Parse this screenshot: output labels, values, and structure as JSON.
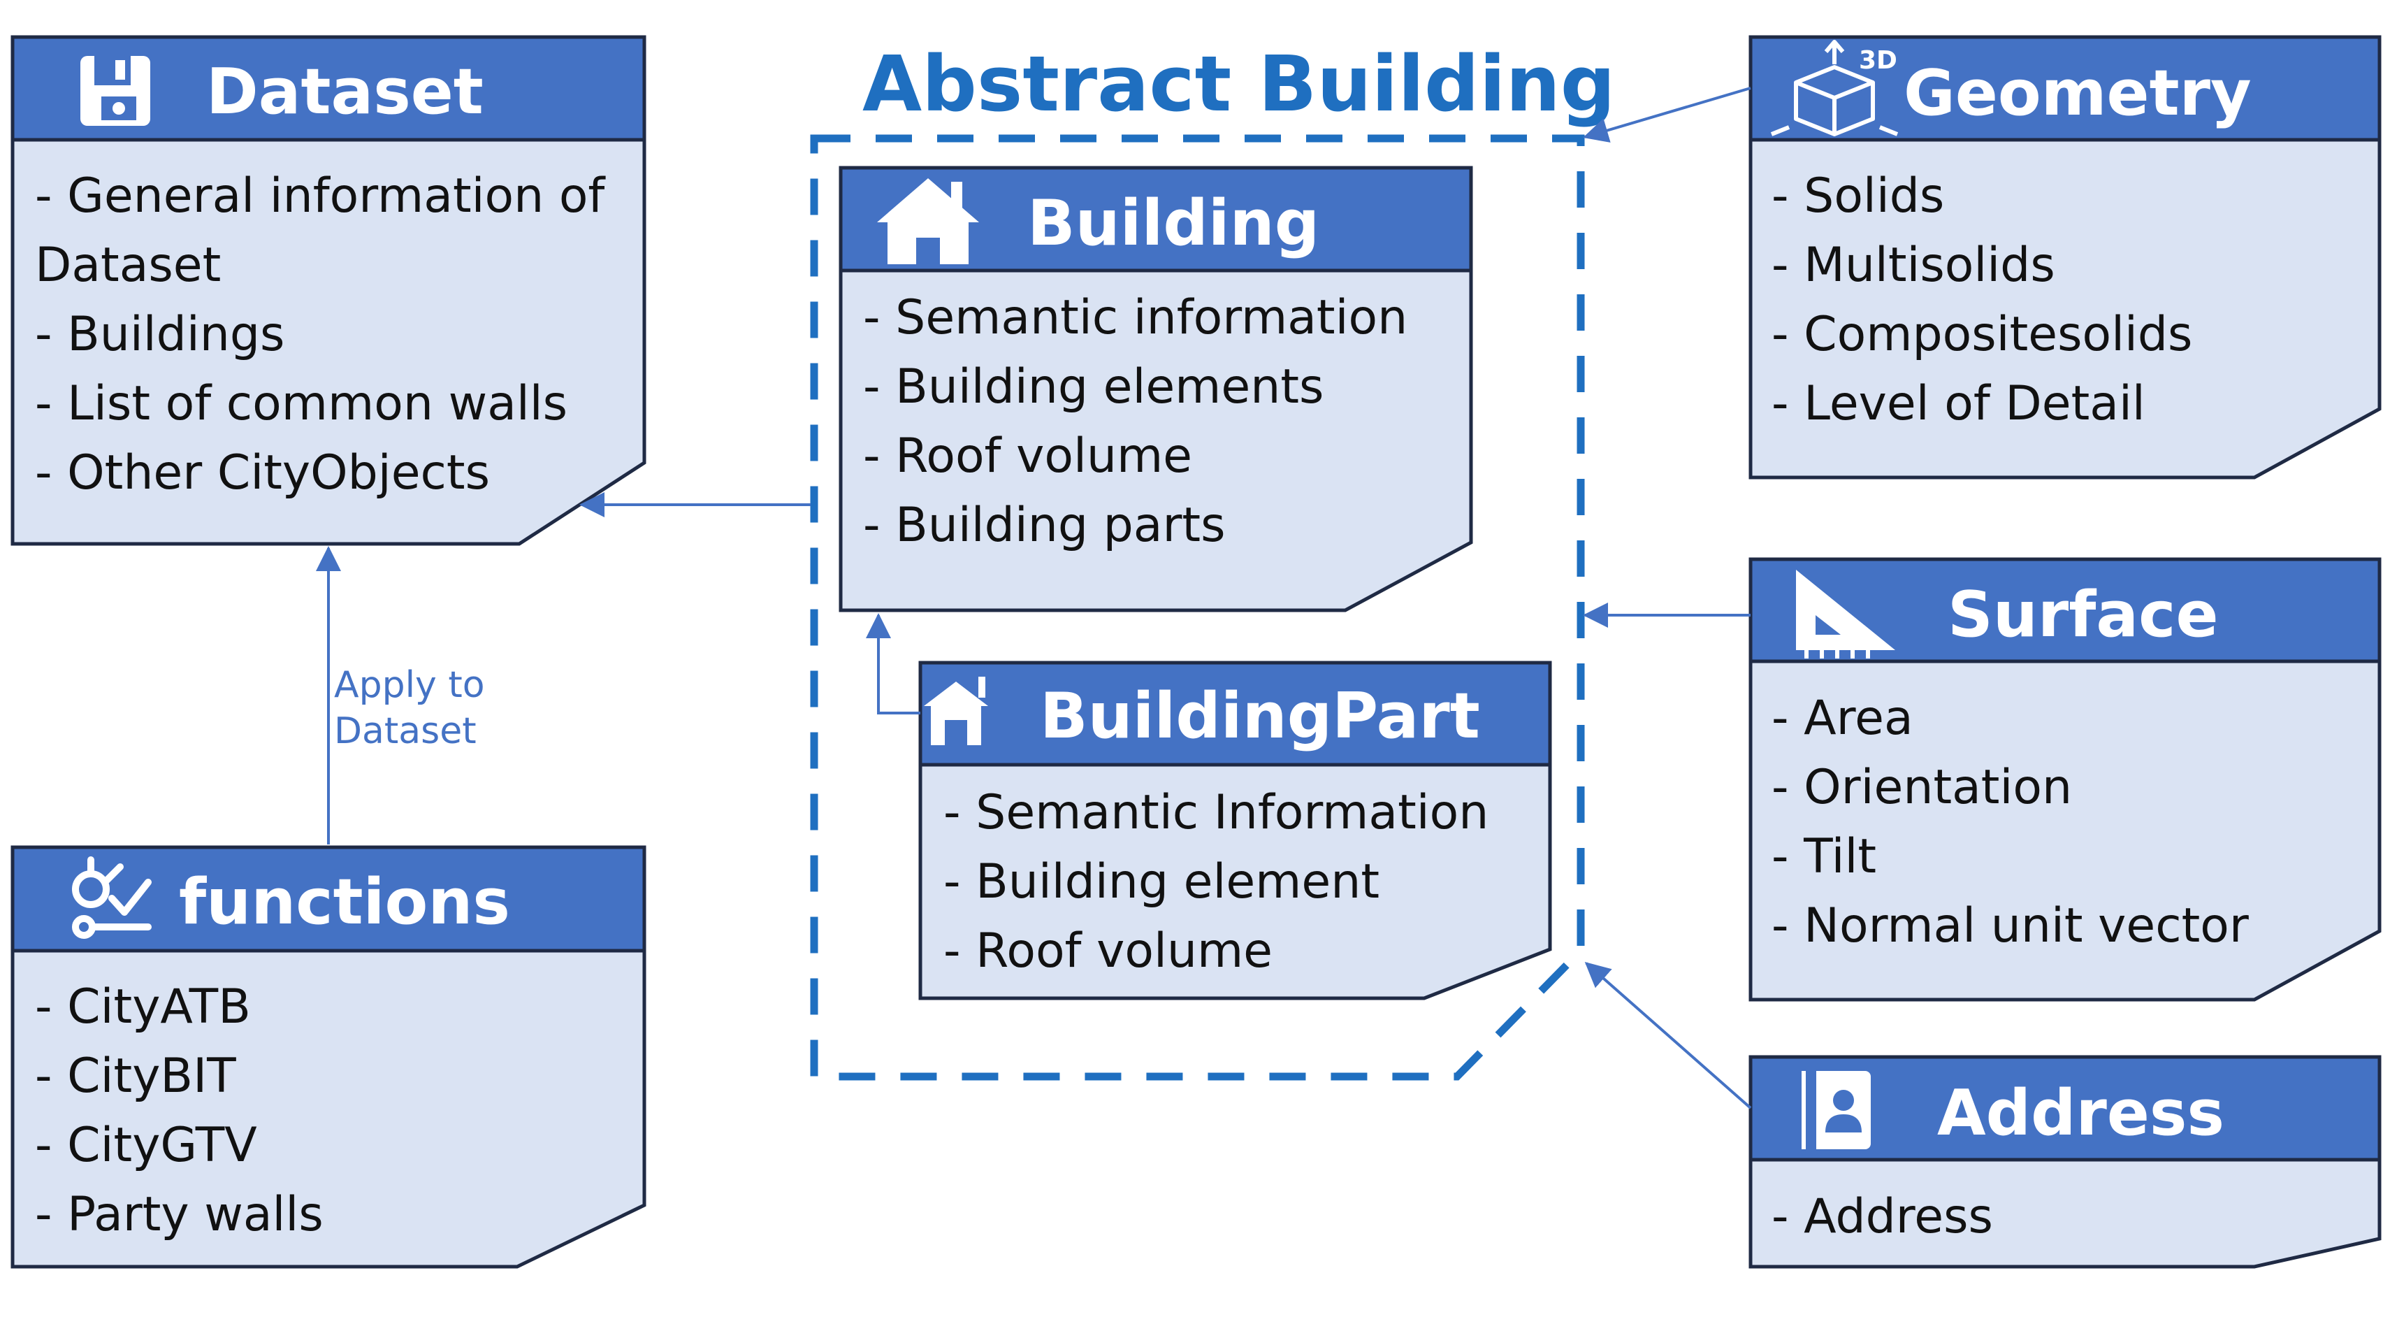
{
  "title": "Abstract Building",
  "colors": {
    "header": "#4472c4",
    "body": "#dae3f3",
    "border": "#1f2a44",
    "accent": "#1f6fc0"
  },
  "boxes": {
    "dataset": {
      "title": "Dataset",
      "icon": "floppy-disk-icon",
      "items": [
        "- General information of",
        "Dataset",
        "- Buildings",
        "- List of common walls",
        "- Other CityObjects"
      ]
    },
    "functions": {
      "title": "functions",
      "icon": "route-check-icon",
      "items": [
        "- CityATB",
        "- CityBIT",
        "- CityGTV",
        "- Party walls"
      ]
    },
    "building": {
      "title": "Building",
      "icon": "house-icon",
      "items": [
        "- Semantic information",
        "- Building elements",
        "- Roof volume",
        "- Building parts"
      ]
    },
    "buildingpart": {
      "title": "BuildingPart",
      "icon": "building-part-icon",
      "items": [
        "- Semantic Information",
        "- Building element",
        "- Roof volume"
      ]
    },
    "geometry": {
      "title": "Geometry",
      "icon": "cube-3d-icon",
      "icon_label": "3D",
      "items": [
        "- Solids",
        "- Multisolids",
        "- Compositesolids",
        "- Level of Detail"
      ]
    },
    "surface": {
      "title": "Surface",
      "icon": "set-square-icon",
      "items": [
        "- Area",
        "- Orientation",
        "- Tilt",
        "- Normal unit vector"
      ]
    },
    "address": {
      "title": "Address",
      "icon": "address-book-icon",
      "items": [
        "- Address"
      ]
    }
  },
  "annotations": {
    "apply_to_dataset": [
      "Apply to",
      "Dataset"
    ]
  }
}
